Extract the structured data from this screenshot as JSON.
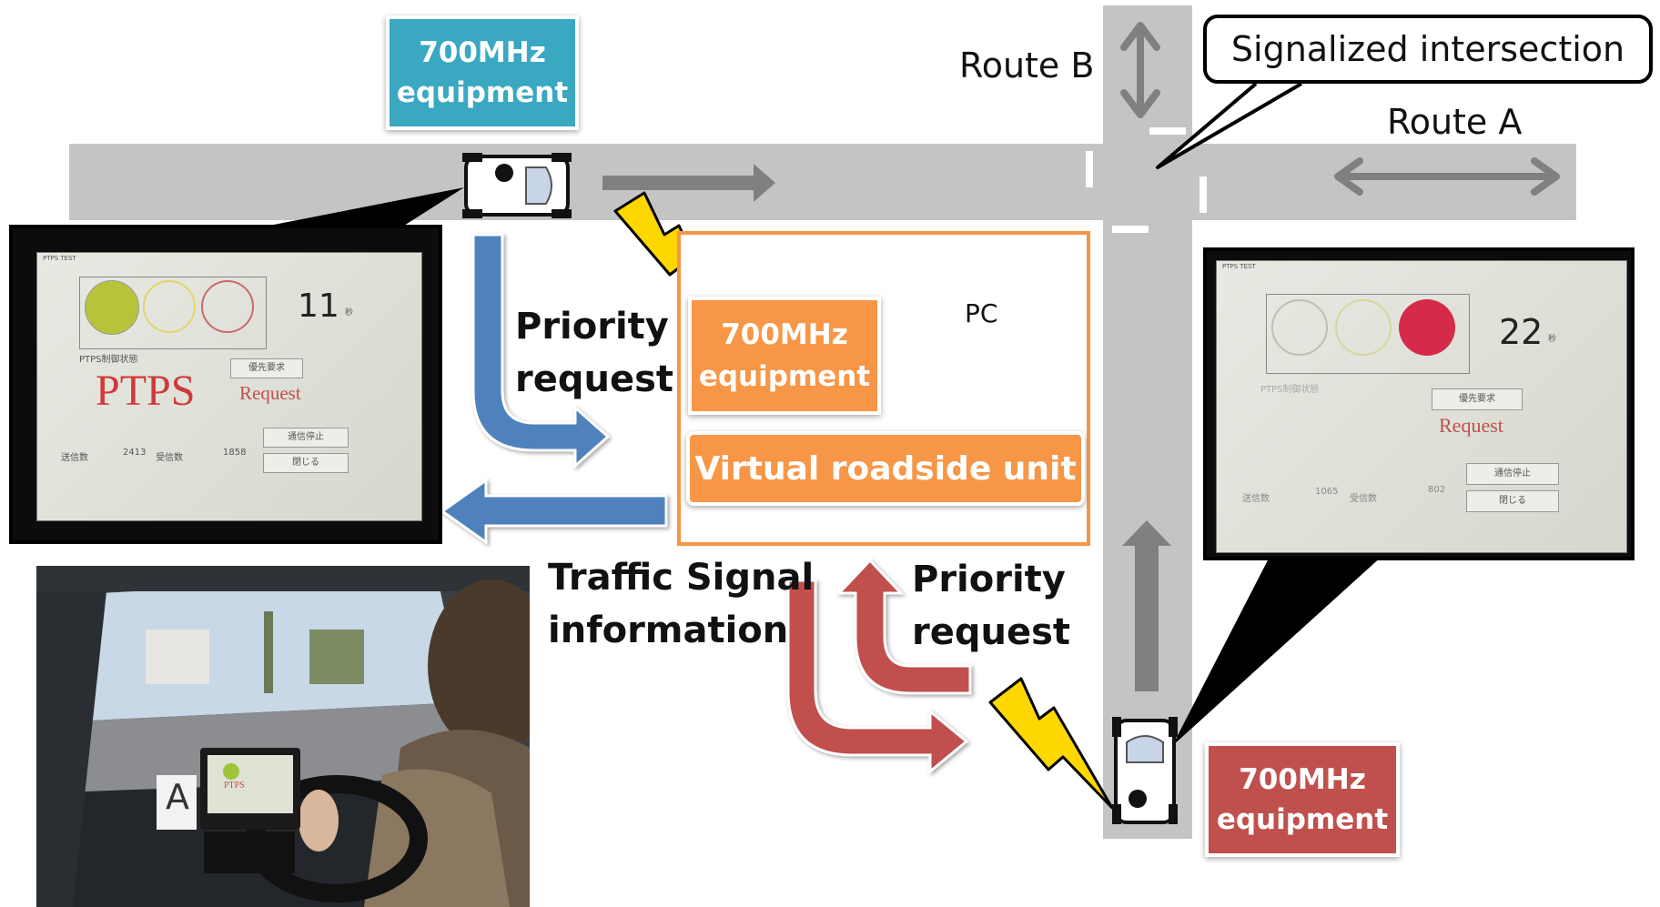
{
  "labels": {
    "route_b": "Route B",
    "route_a": "Route A",
    "signalized_intersection": "Signalized intersection",
    "equipment_top": [
      "700MHz",
      "equipment"
    ],
    "equipment_center": [
      "700MHz",
      "equipment"
    ],
    "equipment_bottom": [
      "700MHz",
      "equipment"
    ],
    "pc": "PC",
    "virtual_roadside_unit": "Virtual roadside unit",
    "priority_request_top": [
      "Priority",
      "request"
    ],
    "priority_request_bottom": [
      "Priority",
      "request"
    ],
    "traffic_signal_information": [
      "Traffic Signal",
      "information"
    ]
  },
  "screen_left": {
    "title": "PTPS TEST",
    "countdown": "11",
    "seconds_unit": "秒",
    "status_label": "PTPS制御状態",
    "status_value": "PTPS",
    "priority_button": "優先要求",
    "request_text": "Request",
    "stop_button": "通信停止",
    "close_button": "閉じる",
    "sent_label": "送信数",
    "sent_value": "2413",
    "received_label": "受信数",
    "received_value": "1858",
    "active_light": "green"
  },
  "screen_right": {
    "title": "PTPS TEST",
    "countdown": "22",
    "seconds_unit": "秒",
    "status_label": "PTPS制御状態",
    "priority_button": "優先要求",
    "request_text": "Request",
    "stop_button": "通信停止",
    "close_button": "閉じる",
    "sent_label": "送信数",
    "sent_value": "1065",
    "received_label": "受信数",
    "received_value": "802",
    "active_light": "red"
  },
  "photo": {
    "sign_letter": "A",
    "device_text": "PTPS"
  },
  "colors": {
    "road": "#c4c4c4",
    "teal_box": "#3aa8c1",
    "orange": "#f79646",
    "red_box": "#c0504d",
    "blue_arrow": "#4f81bd",
    "red_arrow": "#c0504d",
    "gray_arrow": "#808080",
    "lightning": "#ffd700"
  }
}
